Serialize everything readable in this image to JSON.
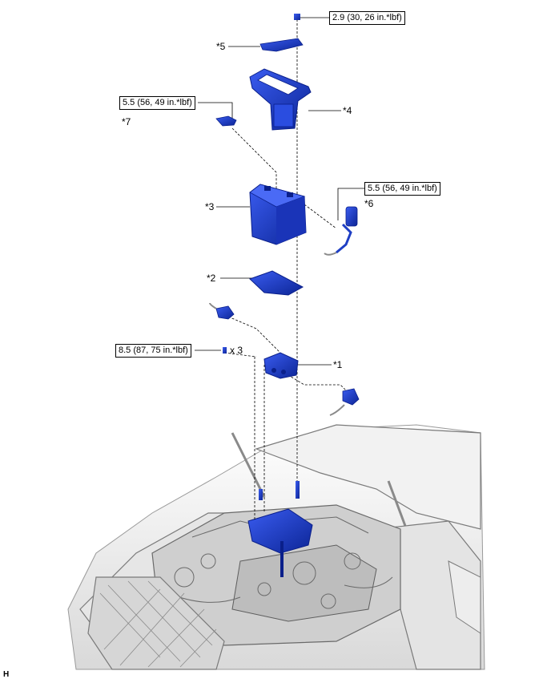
{
  "torque_specs": [
    {
      "id": "t1",
      "text": "2.9 (30, 26 in.*lbf)"
    },
    {
      "id": "t2",
      "text": "5.5 (56, 49 in.*lbf)"
    },
    {
      "id": "t3",
      "text": "5.5 (56, 49 in.*lbf)"
    },
    {
      "id": "t4",
      "text": "8.5 (87, 75 in.*lbf)"
    }
  ],
  "callouts": {
    "c1": "*1",
    "c2": "*2",
    "c3": "*3",
    "c4": "*4",
    "c5": "*5",
    "c6": "*6",
    "c7": "*7"
  },
  "quantity": "x 3",
  "figure_ref": "H",
  "colors": {
    "part": "#1f3fc4",
    "part_dark": "#0a1f8a",
    "line": "#000000",
    "car": "#8a8a8a"
  }
}
